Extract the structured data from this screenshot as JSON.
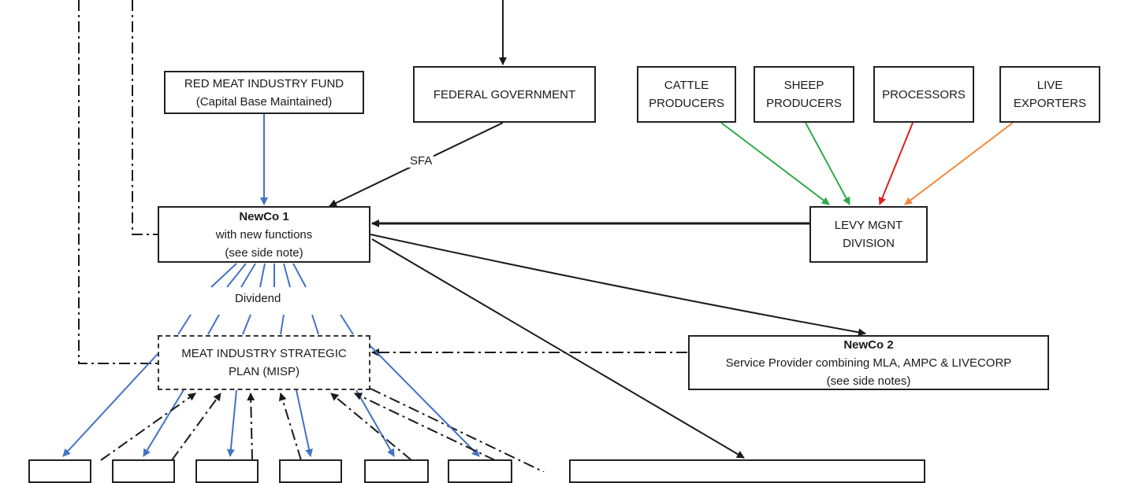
{
  "boxes": {
    "fund": {
      "line1": "RED MEAT INDUSTRY FUND",
      "line2": "(Capital Base Maintained)"
    },
    "federal": {
      "label": "FEDERAL GOVERNMENT"
    },
    "cattle": {
      "line1": "CATTLE",
      "line2": "PRODUCERS"
    },
    "sheep": {
      "line1": "SHEEP",
      "line2": "PRODUCERS"
    },
    "processors": {
      "label": "PROCESSORS"
    },
    "live": {
      "line1": "LIVE",
      "line2": "EXPORTERS"
    },
    "newco1": {
      "title": "NewCo 1",
      "line2": "with new functions",
      "line3": "(see side note)"
    },
    "levy": {
      "line1": "LEVY MGNT",
      "line2": "DIVISION"
    },
    "misp": {
      "line1": "MEAT INDUSTRY STRATEGIC",
      "line2": "PLAN (MISP)"
    },
    "newco2": {
      "title": "NewCo 2",
      "line2": "Service Provider combining MLA, AMPC & LIVECORP",
      "line3": "(see side notes)"
    }
  },
  "labels": {
    "sfa": "SFA",
    "dividend": "Dividend"
  },
  "colors": {
    "black": "#1a1a1a",
    "blue": "#4472c4",
    "green": "#2eaa4a",
    "red": "#e02020",
    "orange": "#f08a3c"
  }
}
